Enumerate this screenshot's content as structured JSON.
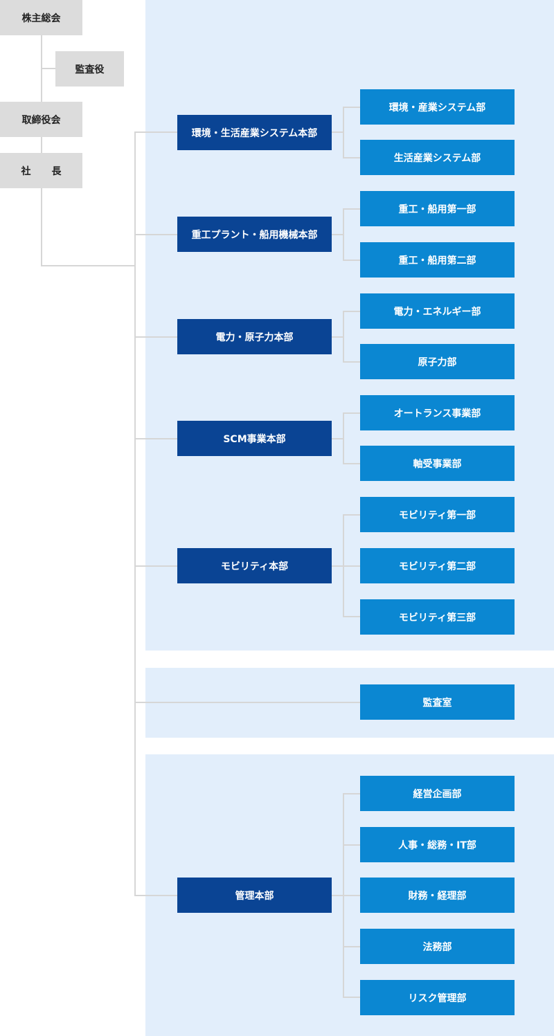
{
  "colors": {
    "panel": "#e2eefb",
    "gray": "#dcdcdc",
    "dark": "#0a4494",
    "light": "#0b87d2",
    "line": "#d6d6d6"
  },
  "governance": {
    "shareholders": "株主総会",
    "auditor": "監査役",
    "board": "取締役会",
    "president_a": "社",
    "president_b": "長"
  },
  "divisions": {
    "environment": {
      "label": "環境・生活産業システム本部",
      "departments": [
        "環境・産業システム部",
        "生活産業システム部"
      ]
    },
    "heavy": {
      "label": "重工プラント・船用機械本部",
      "departments": [
        "重工・船用第一部",
        "重工・船用第二部"
      ]
    },
    "power": {
      "label": "電力・原子力本部",
      "departments": [
        "電力・エネルギー部",
        "原子力部"
      ]
    },
    "scm": {
      "label": "SCM事業本部",
      "departments": [
        "オートランス事業部",
        "軸受事業部"
      ]
    },
    "mobility": {
      "label": "モビリティ本部",
      "departments": [
        "モビリティ第一部",
        "モビリティ第二部",
        "モビリティ第三部"
      ]
    },
    "audit_office": "監査室",
    "admin": {
      "label": "管理本部",
      "departments": [
        "経営企画部",
        "人事・総務・IT部",
        "財務・経理部",
        "法務部",
        "リスク管理部"
      ]
    }
  }
}
